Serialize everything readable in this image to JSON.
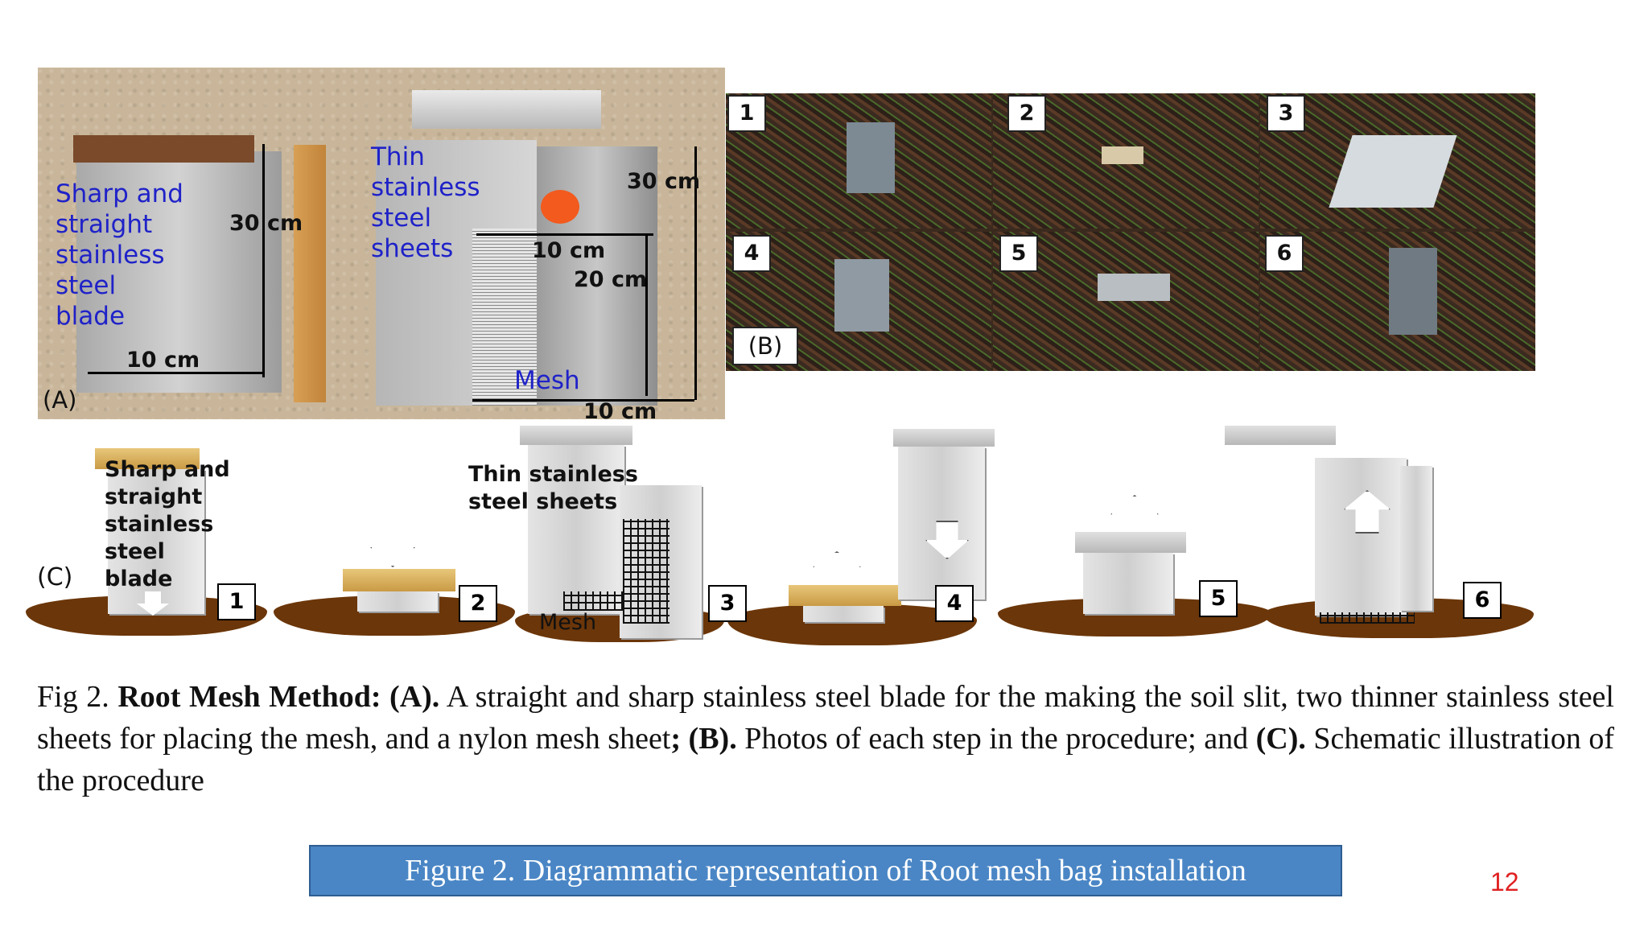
{
  "panel_a": {
    "blade_label": [
      "Sharp and",
      "straight",
      "stainless",
      "steel",
      "blade"
    ],
    "dim_30_left": "30 cm",
    "dim_10_left": "10 cm",
    "sheets_label": [
      "Thin",
      "stainless",
      "steel",
      "sheets"
    ],
    "dim_30_right": "30 cm",
    "dim_10_mid": "10 cm",
    "dim_20": "20 cm",
    "mesh_label": "Mesh",
    "dim_10_bottom": "10 cm",
    "panel_tag": "(A)"
  },
  "panel_b": {
    "steps": [
      "1",
      "2",
      "3",
      "4",
      "5",
      "6"
    ],
    "panel_tag": "(B)"
  },
  "panel_c": {
    "panel_tag": "(C)",
    "blade_label": [
      "Sharp and",
      "straight",
      "stainless",
      "steel",
      "blade"
    ],
    "sheets_label": [
      "Thin stainless",
      "steel sheets"
    ],
    "mesh_label": "Mesh",
    "steps": [
      "1",
      "2",
      "3",
      "4",
      "5",
      "6"
    ]
  },
  "caption": {
    "prefix": "Fig 2. ",
    "title": "Root Mesh Method: (A).",
    "part_a": " A straight and sharp stainless steel blade for the making the soil slit, two thinner stainless steel sheets for placing the mesh, and a nylon mesh sheet",
    "sep_b": "; (B).",
    "part_b": " Photos of each step in the procedure; and ",
    "tag_c": "(C).",
    "part_c": " Schematic illustration of the procedure"
  },
  "figure_bar": "Figure 2. Diagrammatic representation of Root mesh bag installation",
  "page_number": "12",
  "colors": {
    "label_blue": "#1f22c8",
    "bar_blue": "#4a86c5",
    "page_number_red": "#e02020",
    "soil_brown": "#6b3609"
  }
}
